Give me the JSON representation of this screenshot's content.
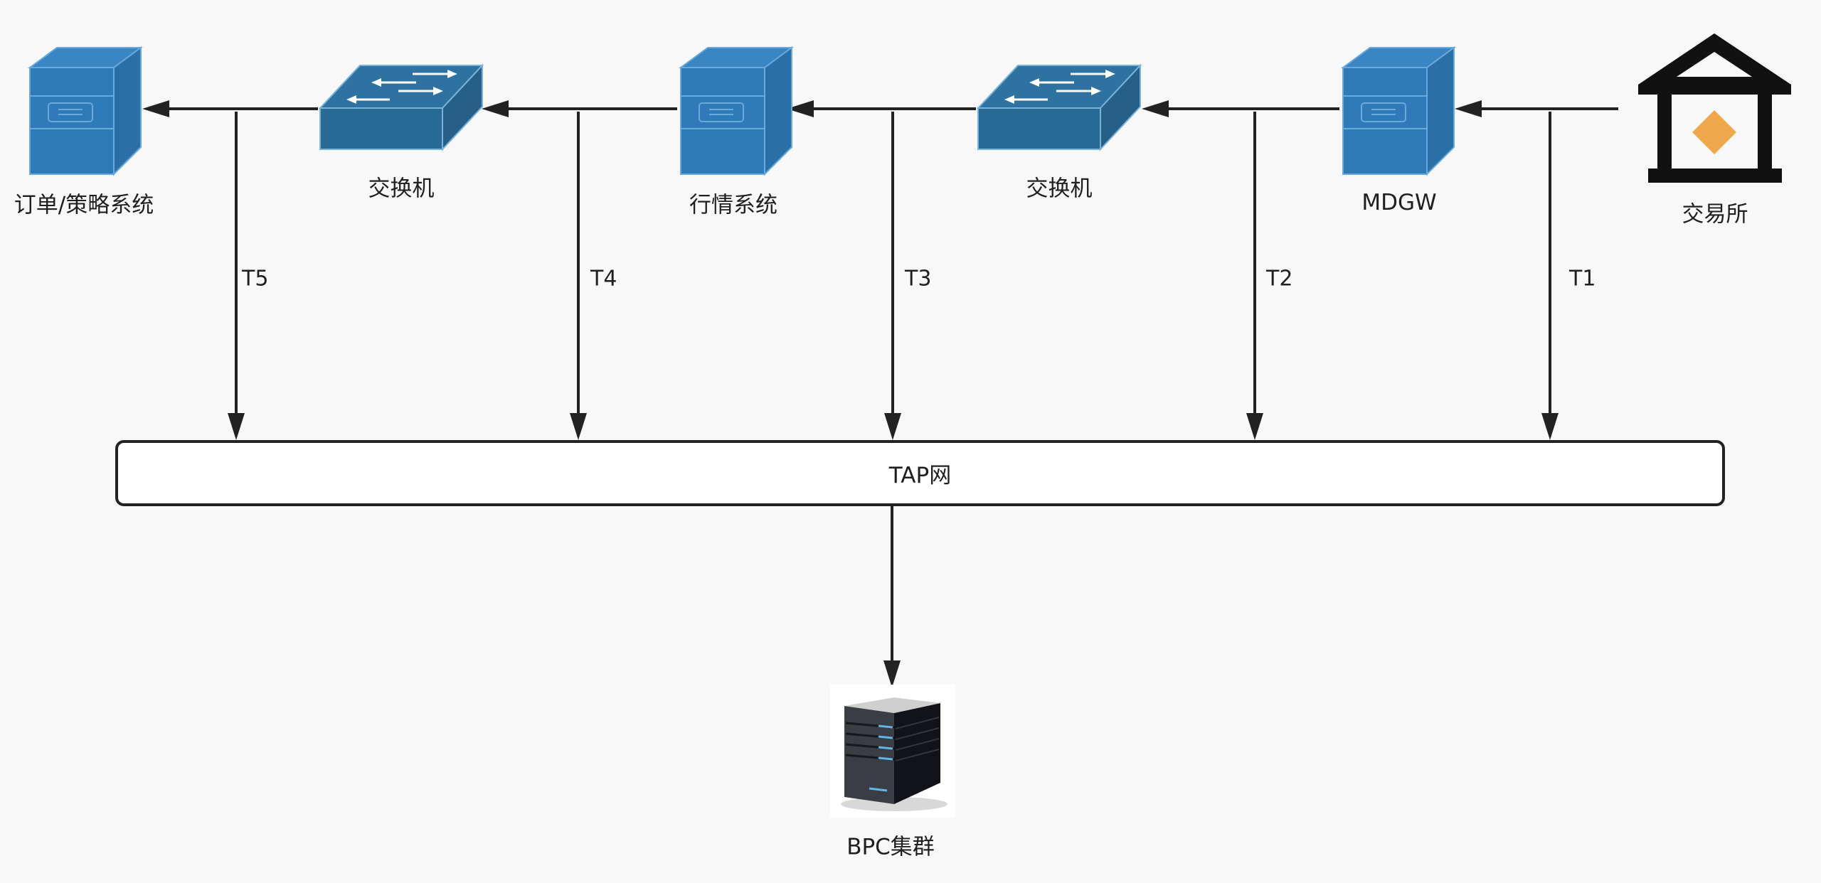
{
  "diagram": {
    "nodes": [
      {
        "id": "order-system",
        "label": "订单/策略系统",
        "type": "server"
      },
      {
        "id": "switch-2",
        "label": "交换机",
        "type": "switch"
      },
      {
        "id": "market-system",
        "label": "行情系统",
        "type": "server"
      },
      {
        "id": "switch-1",
        "label": "交换机",
        "type": "switch"
      },
      {
        "id": "mdgw",
        "label": "MDGW",
        "type": "server"
      },
      {
        "id": "exchange",
        "label": "交易所",
        "type": "exchange"
      }
    ],
    "flow": [
      "exchange",
      "mdgw",
      "switch-1",
      "market-system",
      "switch-2",
      "order-system"
    ],
    "taps": [
      {
        "label": "T1",
        "between": [
          "exchange",
          "mdgw"
        ]
      },
      {
        "label": "T2",
        "between": [
          "mdgw",
          "switch-1"
        ]
      },
      {
        "label": "T3",
        "between": [
          "switch-1",
          "market-system"
        ]
      },
      {
        "label": "T4",
        "between": [
          "market-system",
          "switch-2"
        ]
      },
      {
        "label": "T5",
        "between": [
          "switch-2",
          "order-system"
        ]
      }
    ],
    "tap_network": {
      "label": "TAP网"
    },
    "bpc": {
      "label": "BPC集群",
      "type": "server-cluster"
    }
  },
  "colors": {
    "background": "#f8f8f8",
    "server_blue": "#2f7ab8",
    "switch_blue": "#286a96",
    "line": "#222222",
    "exchange_icon": "#111111",
    "exchange_diamond": "#f0a94a"
  }
}
